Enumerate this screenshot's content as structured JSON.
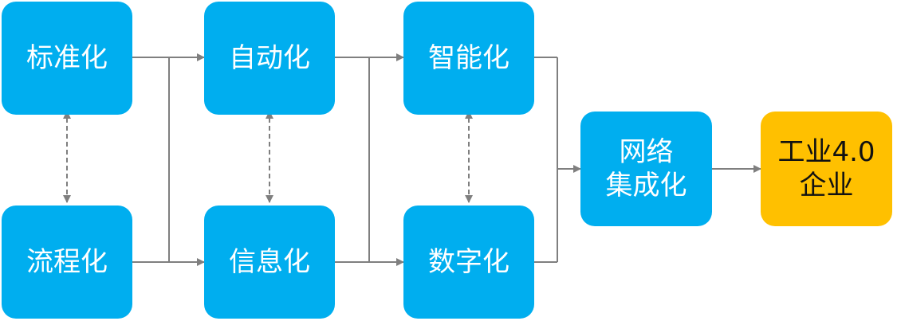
{
  "diagram": {
    "nodes": {
      "standardization": "标准化",
      "process": "流程化",
      "automation": "自动化",
      "information": "信息化",
      "intelligence": "智能化",
      "digitization": "数字化",
      "network": "网络\n集成化",
      "industry40": "工业4.0\n企业"
    },
    "colors": {
      "node_blue": "#00aeef",
      "node_gold": "#ffc000",
      "connector": "#7f7f7f"
    }
  }
}
